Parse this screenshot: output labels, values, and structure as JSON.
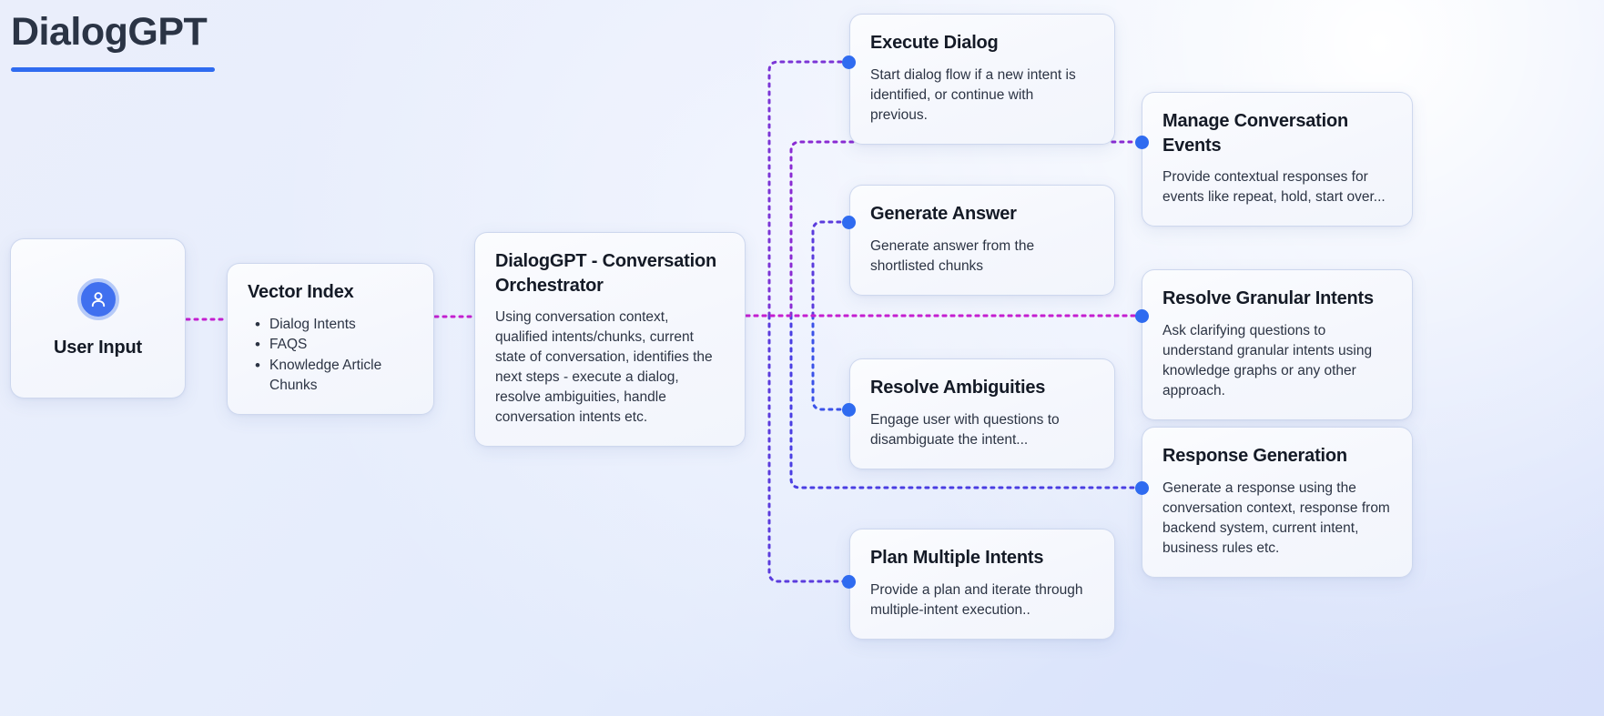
{
  "header": {
    "title": "DialogGPT",
    "accent_color": "#2f6bf0"
  },
  "theme": {
    "background_start": "#eaeefb",
    "background_end": "#d7e0fa",
    "card_background": "#f7f9fd",
    "card_border": "#c6d1eb",
    "heading_color": "#141a26",
    "body_color": "#2c3444",
    "node_dot_color": "#2f6bf0",
    "wire_color_violet": "#7b35d6",
    "wire_color_magenta": "#c41fd0",
    "wire_color_blue": "#3b52e8"
  },
  "nodes": {
    "user_input": {
      "label": "User Input",
      "icon": "user-icon"
    },
    "vector_index": {
      "title": "Vector Index",
      "items": [
        "Dialog Intents",
        "FAQS",
        "Knowledge Article Chunks"
      ]
    },
    "orchestrator": {
      "title": "DialogGPT - Conversation Orchestrator",
      "description": "Using conversation context, qualified intents/chunks, current state of conversation, identifies the next steps - execute a dialog, resolve ambiguities, handle conversation intents etc."
    }
  },
  "capabilities": [
    {
      "id": "execute-dialog",
      "title": "Execute Dialog",
      "description": "Start dialog flow if a new intent is identified, or continue with previous."
    },
    {
      "id": "manage-conversation-events",
      "title": "Manage Conversation Events",
      "description": "Provide contextual responses for events like repeat, hold, start over..."
    },
    {
      "id": "generate-answer",
      "title": "Generate Answer",
      "description": "Generate answer from the shortlisted chunks"
    },
    {
      "id": "resolve-granular-intents",
      "title": "Resolve Granular Intents",
      "description": "Ask clarifying questions to understand granular intents using knowledge graphs or any other approach."
    },
    {
      "id": "resolve-ambiguities",
      "title": "Resolve Ambiguities",
      "description": "Engage user with questions to disambiguate the intent..."
    },
    {
      "id": "response-generation",
      "title": "Response Generation",
      "description": "Generate a response using the conversation context, response from backend system, current intent, business rules etc."
    },
    {
      "id": "plan-multiple-intents",
      "title": "Plan Multiple Intents",
      "description": "Provide a plan and iterate through multiple-intent execution.."
    }
  ]
}
